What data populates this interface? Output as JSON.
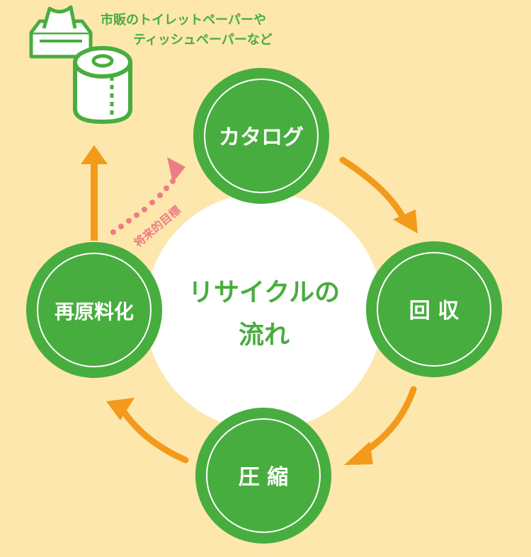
{
  "title": "リサイクルの",
  "title_line2": "流れ",
  "product_caption": {
    "line1": "市販のトイレットペーパーや",
    "line2": "ティッシュペーパーなど"
  },
  "future_goal_label": "将来的目標",
  "nodes": {
    "catalog": "カタログ",
    "collection": "回 収",
    "compression": "圧 縮",
    "recycling": "再原料化"
  },
  "colors": {
    "background": "#fde7ad",
    "node_green": "#48ad3f",
    "arrow_orange": "#f39a1b",
    "future_pink": "#ee7c84",
    "center_white": "#ffffff"
  },
  "icons": [
    "tissue-box-icon",
    "toilet-paper-roll-icon"
  ]
}
